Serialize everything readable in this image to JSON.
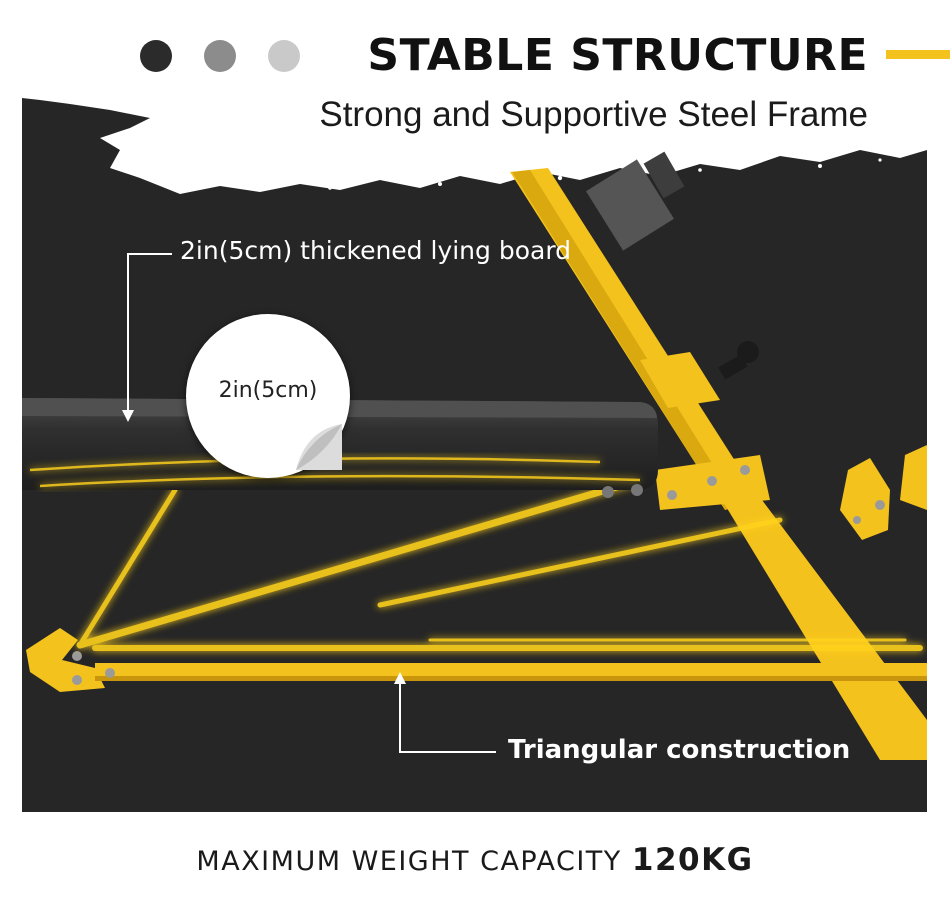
{
  "header": {
    "title": "STABLE STRUCTURE",
    "subtitle": "Strong and Supportive Steel Frame",
    "dots": [
      "#2b2b2b",
      "#8c8c8c",
      "#c9c9c9"
    ],
    "accent_color": "#f4c21d"
  },
  "callouts": {
    "board": "2in(5cm) thickened lying board",
    "triangle": "Triangular construction"
  },
  "badge": {
    "label": "2in(5cm)"
  },
  "footer": {
    "capacity_label": "MAXIMUM WEIGHT CAPACITY",
    "capacity_value": "120KG"
  },
  "colors": {
    "panel": "#262626",
    "frame": "#f4c21d",
    "glow": "#ffd21a",
    "pad": "#3a3a3a"
  }
}
